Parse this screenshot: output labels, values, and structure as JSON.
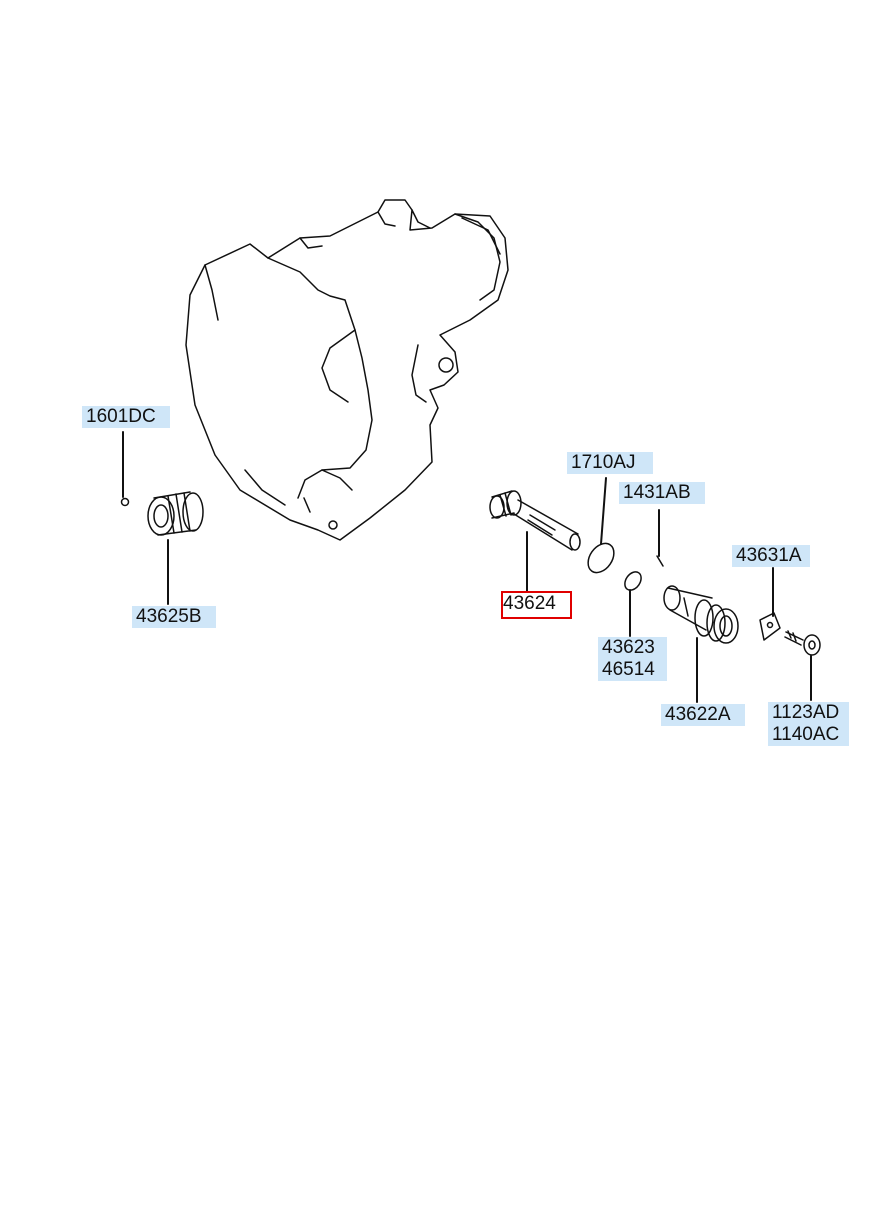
{
  "diagram": {
    "highlight_color": "#cfe6f8",
    "selected_border_color": "#e00000",
    "line_color": "#111111",
    "parts": {
      "p1601DC": "1601DC",
      "p43625B": "43625B",
      "p1710AJ": "1710AJ",
      "p1431AB": "1431AB",
      "p43631A": "43631A",
      "p43624": "43624",
      "p43623": "43623",
      "p46514": "46514",
      "p43622A": "43622A",
      "p1123AD": "1123AD",
      "p1140AC": "1140AC"
    },
    "selected_part": "43624"
  }
}
